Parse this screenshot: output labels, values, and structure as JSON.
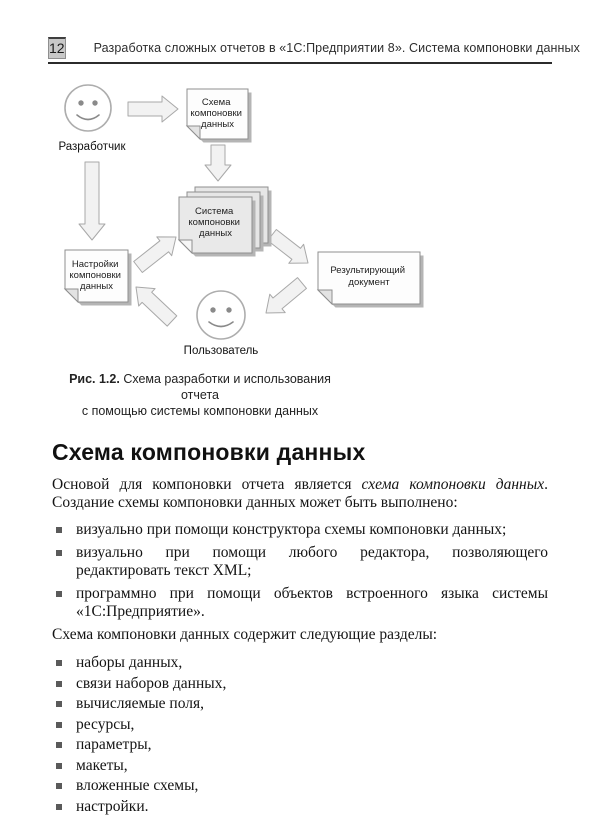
{
  "header": {
    "page_number": "12",
    "title": "Разработка сложных отчетов в «1С:Предприятии 8». Система компоновки данных"
  },
  "diagram": {
    "developer_label": "Разработчик",
    "user_label": "Пользователь",
    "schema_note": {
      "lines": [
        "Схема",
        "компоновки",
        "данных"
      ]
    },
    "system_note": {
      "lines": [
        "Система",
        "компоновки",
        "данных"
      ]
    },
    "settings_note": {
      "lines": [
        "Настройки",
        "компоновки",
        "данных"
      ]
    },
    "result_note": {
      "lines": [
        "Результирующий",
        "документ"
      ]
    }
  },
  "caption": {
    "figure_label": "Рис. 1.2.",
    "line1": "Схема разработки и использования отчета",
    "line2": "с помощью системы компоновки данных"
  },
  "section": {
    "heading": "Схема компоновки данных"
  },
  "paragraph1": {
    "pre": "Основой для компоновки отчета является ",
    "italic": "схема компоновки данных",
    "post": ". Создание схемы компоновки данных может быть выполнено:"
  },
  "list_how": [
    "визуально при помощи конструктора схемы компоновки данных;",
    "визуально при помощи любого редактора, позволяющего редактировать текст XML;",
    "программно при помощи объектов встроенного языка системы «1С:Предприятие»."
  ],
  "paragraph2": "Схема компоновки данных содержит следующие разделы:",
  "list_sections": [
    "наборы данных,",
    "связи наборов данных,",
    "вычисляемые поля,",
    "ресурсы,",
    "параметры,",
    "макеты,",
    "вложенные схемы,",
    "настройки."
  ],
  "colors": {
    "page_bg": "#ffffff",
    "header_box_bg": "#c8c8c8",
    "rule": "#2b2b2b",
    "note_fill": "#fdfdfd",
    "stack_fill": "#e6e6e6",
    "note_stroke": "#8f8f8f",
    "shadow": "#b5b5b5",
    "arrow_fill": "#f2f2f2",
    "arrow_stroke": "#a8a8a8"
  }
}
